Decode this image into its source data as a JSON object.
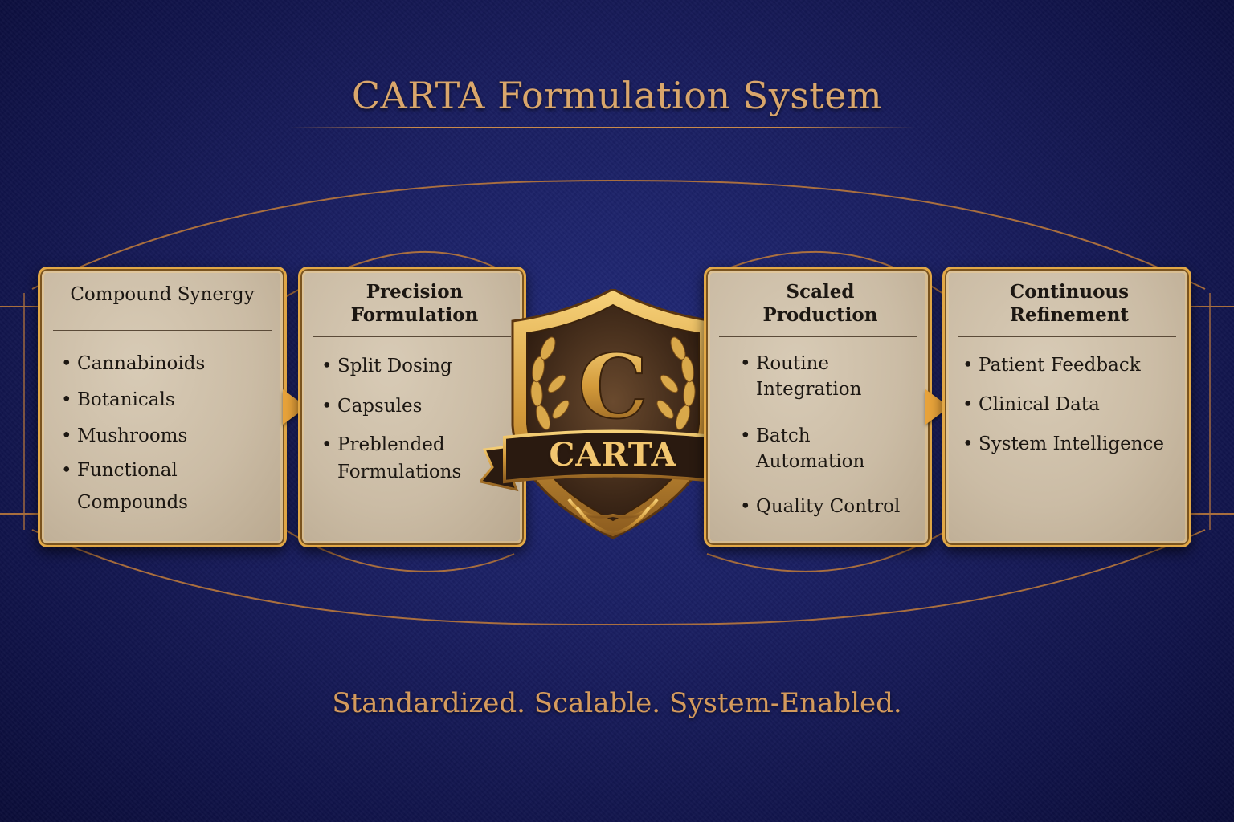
{
  "title": "CARTA Formulation System",
  "tagline": "Standardized. Scalable. System-Enabled.",
  "emblem": {
    "letter": "C",
    "banner": "CARTA"
  },
  "cards": [
    {
      "header": "Compound Synergy",
      "items": [
        "Cannabinoids",
        "Botanicals",
        "Mushrooms",
        "Functional Compounds"
      ]
    },
    {
      "header": "Precision Formulation",
      "items": [
        "Split Dosing",
        "Capsules",
        "Preblended Formulations"
      ]
    },
    {
      "header": "Scaled Production",
      "items": [
        "Routine Integration",
        "Batch Automation",
        "Quality Control"
      ]
    },
    {
      "header": "Continuous Refinement",
      "items": [
        "Patient Feedback",
        "Clinical Data",
        "System Intelligence"
      ]
    }
  ],
  "colors": {
    "background": "#1a1f62",
    "gold": "#e2a846",
    "title": "#d9a66b",
    "parchment": "#cbbca5"
  }
}
